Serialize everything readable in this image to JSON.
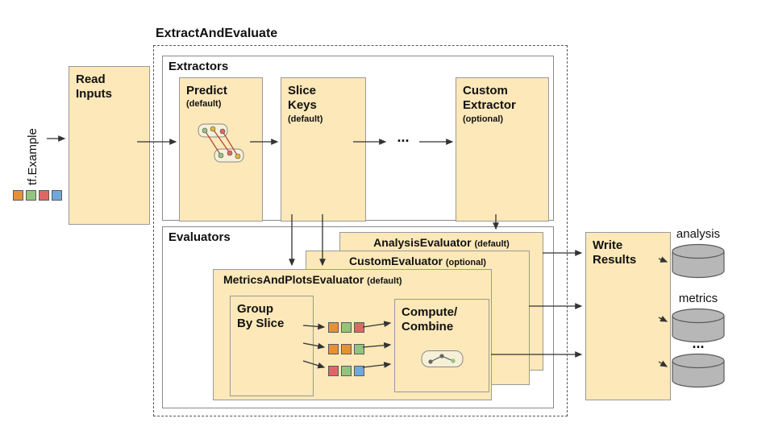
{
  "colors": {
    "box_fill": "#FCE8B8",
    "box_border": "#9A9A9A",
    "cylinder_fill": "#B7B7B7",
    "arrow": "#333333"
  },
  "input": {
    "label": "tf.Example",
    "legend_colors": [
      "#E69138",
      "#93C47D",
      "#E06666",
      "#6FA8DC"
    ]
  },
  "read_inputs": {
    "label": "Read\nInputs"
  },
  "pipeline": {
    "title": "ExtractAndEvaluate"
  },
  "extractors": {
    "title": "Extractors",
    "predict": {
      "name": "Predict",
      "qualifier": "(default)"
    },
    "slice_keys": {
      "name": "Slice\nKeys",
      "qualifier": "(default)"
    },
    "ellipsis": "...",
    "custom_extractor": {
      "name": "Custom\nExtractor",
      "qualifier": "(optional)"
    }
  },
  "evaluators": {
    "title": "Evaluators",
    "analysis_evaluator": {
      "name": "AnalysisEvaluator",
      "qualifier": "(default)"
    },
    "custom_evaluator": {
      "name": "CustomEvaluator",
      "qualifier": "(optional)"
    },
    "metrics_plots_evaluator": {
      "name": "MetricsAndPlotsEvaluator",
      "qualifier": "(default)"
    },
    "group_by_slice": {
      "label": "Group\nBy Slice"
    },
    "slice_grid": {
      "rows": [
        [
          "#E69138",
          "#93C47D",
          "#E06666"
        ],
        [
          "#E69138",
          "#E69138",
          "#93C47D"
        ],
        [
          "#E06666",
          "#93C47D",
          "#6FA8DC"
        ]
      ]
    },
    "compute_combine": {
      "label": "Compute/\nCombine"
    }
  },
  "write_results": {
    "label": "Write\nResults"
  },
  "outputs": {
    "analysis_label": "analysis",
    "metrics_label": "metrics",
    "ellipsis": "..."
  }
}
